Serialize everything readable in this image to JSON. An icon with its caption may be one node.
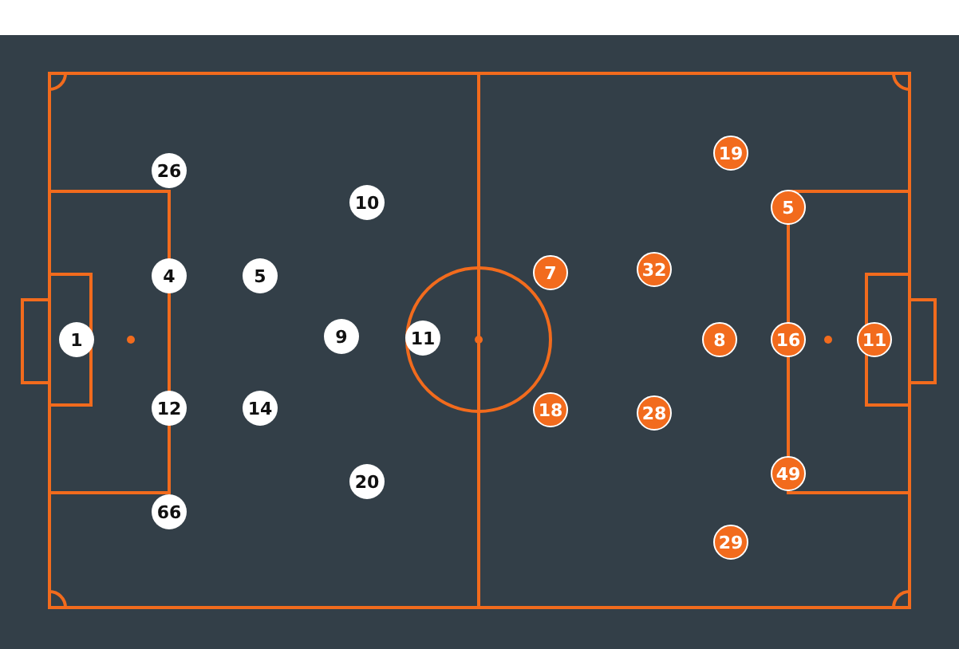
{
  "diagram": {
    "nodes": [
      {
        "text": [
          "1"
        ]
      },
      {
        "text": [
          "26"
        ]
      },
      {
        "text": [
          "4"
        ]
      },
      {
        "text": [
          "12"
        ]
      },
      {
        "text": [
          "66"
        ]
      },
      {
        "text": [
          "5"
        ]
      },
      {
        "text": [
          "14"
        ]
      },
      {
        "text": [
          "10"
        ]
      },
      {
        "text": [
          "9"
        ]
      },
      {
        "text": [
          "20"
        ]
      },
      {
        "text": [
          "11"
        ]
      },
      {
        "text": [
          "19"
        ]
      },
      {
        "text": [
          "7"
        ]
      },
      {
        "text": [
          "32"
        ]
      },
      {
        "text": [
          "5"
        ]
      },
      {
        "text": [
          "8"
        ]
      },
      {
        "text": [
          "16"
        ]
      },
      {
        "text": [
          "11"
        ]
      },
      {
        "text": [
          "18"
        ]
      },
      {
        "text": [
          "28"
        ]
      },
      {
        "text": [
          "49"
        ]
      },
      {
        "text": [
          "29"
        ]
      }
    ]
  }
}
